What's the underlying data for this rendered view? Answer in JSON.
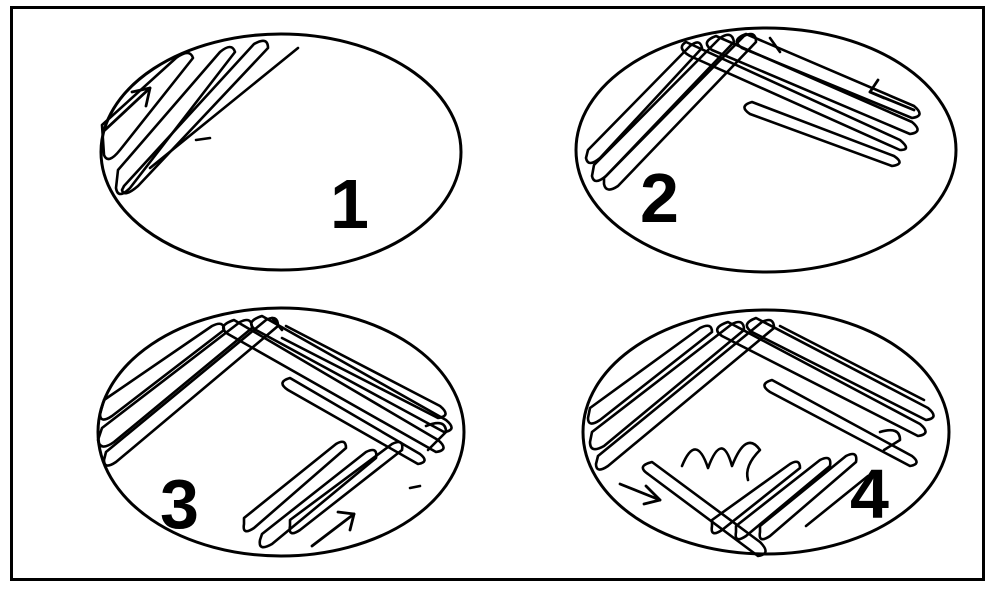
{
  "plates": [
    {
      "number": "1"
    },
    {
      "number": "2"
    },
    {
      "number": "3"
    },
    {
      "number": "4"
    }
  ]
}
